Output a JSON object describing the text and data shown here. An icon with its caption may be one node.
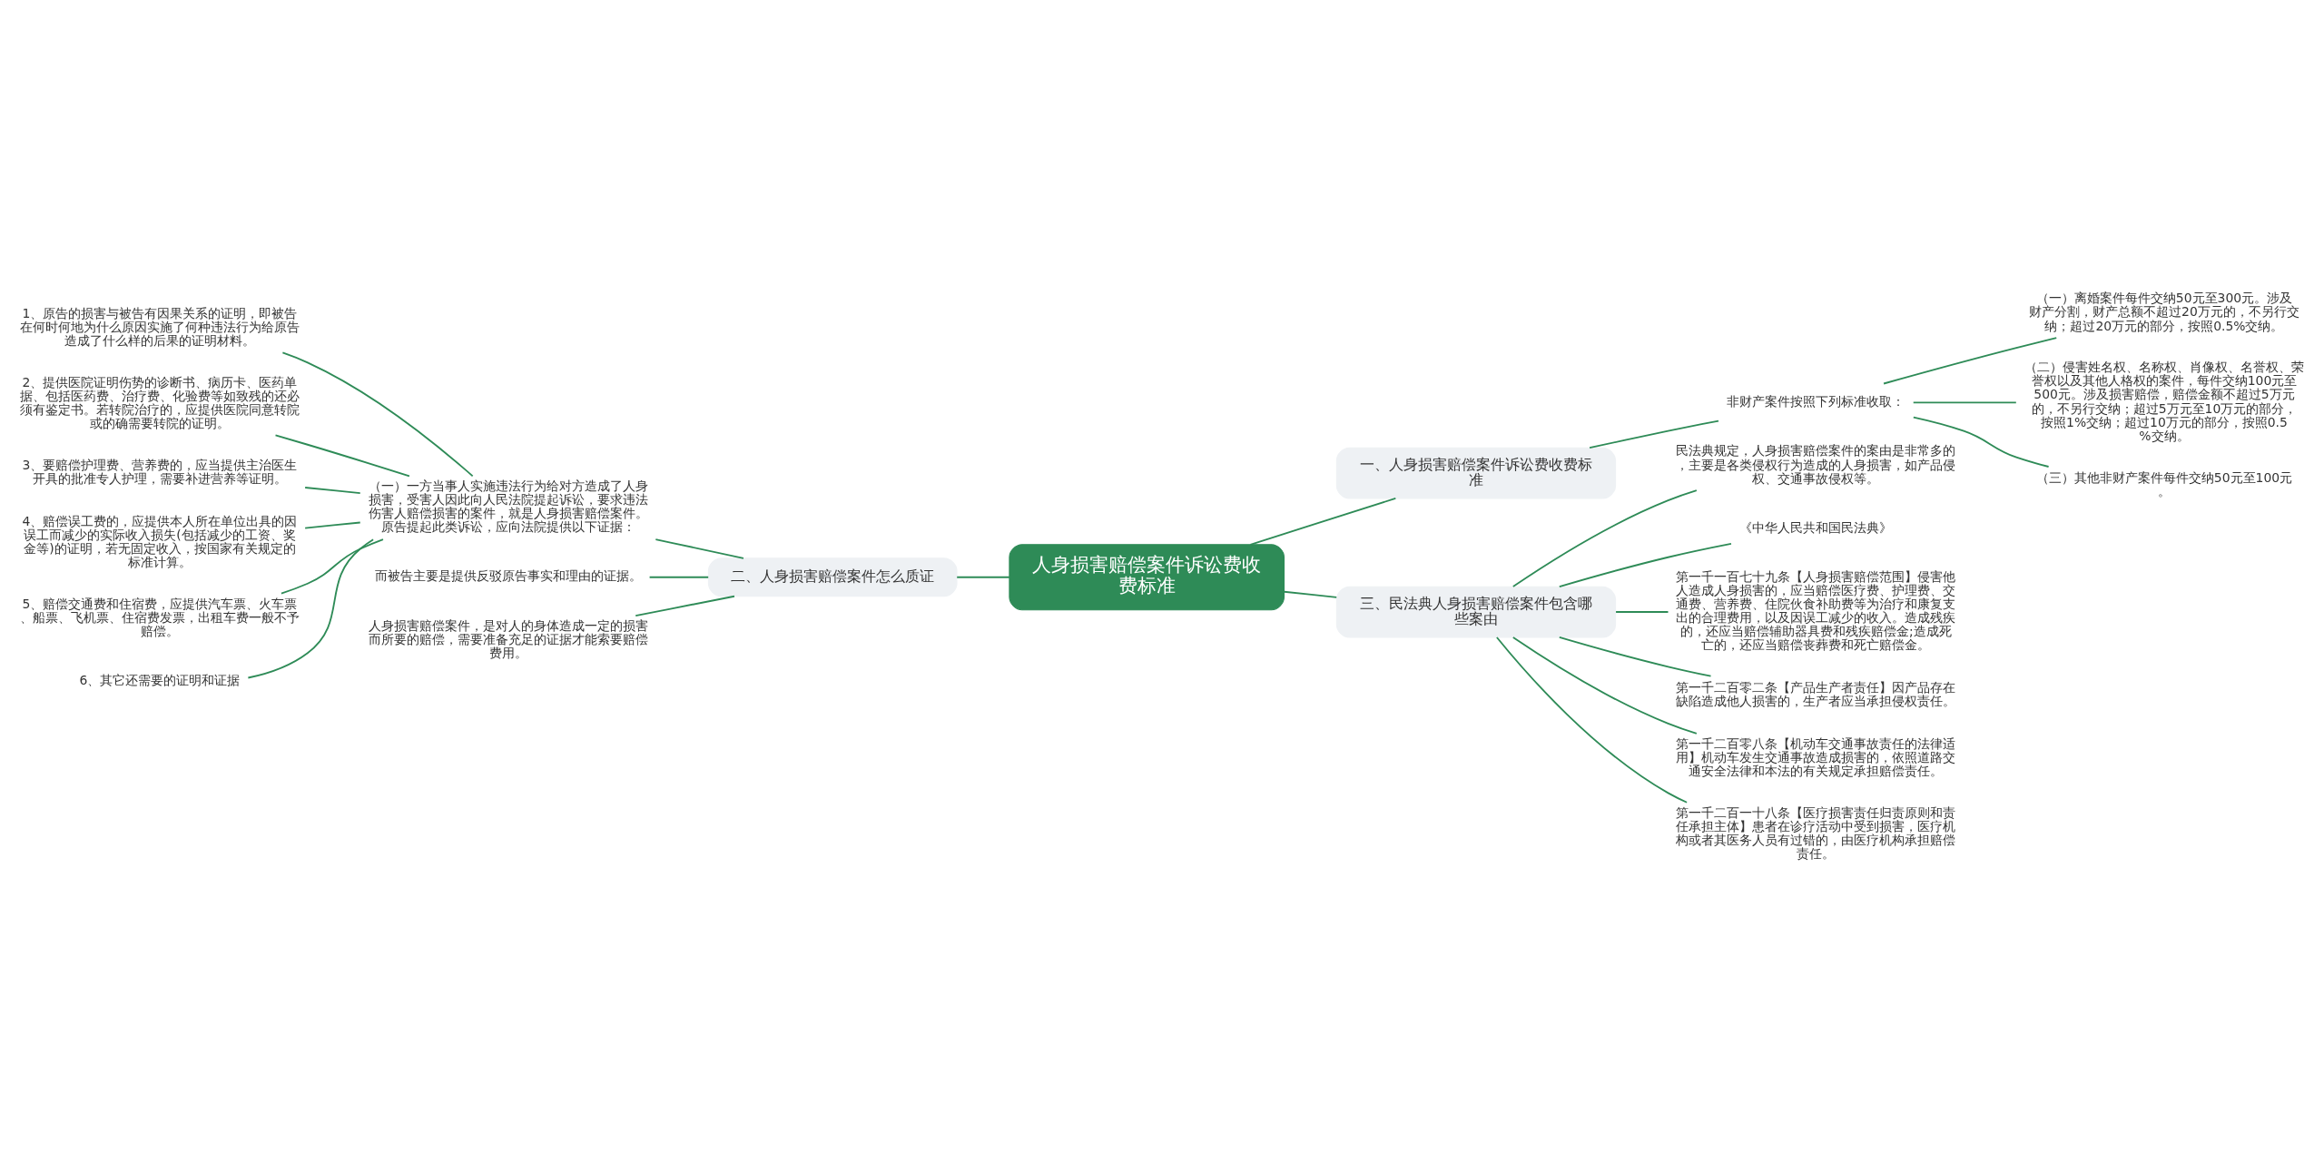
{
  "diagram": {
    "nodes": [
      {
        "text": [
          "人身损害赔偿案件诉讼费收费标准"
        ]
      },
      {
        "text": [
          "一、人身损害赔偿案件诉讼费收费标准"
        ]
      },
      {
        "text": [
          "非财产案件按照下列标准收取："
        ]
      },
      {
        "text": [
          "（一）离婚案件每件交纳50元至300元。涉及财产分割，财产总额不超过20万元的，不另行交纳；超过20万元的部分，按照0.5%交纳。"
        ]
      },
      {
        "text": [
          "（二）侵害姓名权、名称权、肖像权、名誉权、荣誉权以及其他人格权的案件，每件交纳100元至500元。涉及损害赔偿，赔偿金额不超过5万元的，不另行交纳；超过5万元至10万元的部分，按照1%交纳；超过10万元的部分，按照0.5%交纳。"
        ]
      },
      {
        "text": [
          "（三）其他非财产案件每件交纳50元至100元。"
        ]
      },
      {
        "text": [
          "二、人身损害赔偿案件怎么质证"
        ]
      },
      {
        "text": [
          "（一）一方当事人实施违法行为给对方造成了人身损害，受害人因此向人民法院提起诉讼，要求违法伤害人赔偿损害的案件，就是人身损害赔偿案件。原告提起此类诉讼，应向法院提供以下证据："
        ]
      },
      {
        "text": [
          "1、原告的损害与被告有因果关系的证明，即被告在何时何地为什么原因实施了何种违法行为给原告造成了什么样的后果的证明材料。"
        ]
      },
      {
        "text": [
          "2、提供医院证明伤势的诊断书、病历卡、医药单据、包括医药费、治疗费、化验费等如致残的还必须有鉴定书。若转院治疗的，应提供医院同意转院或的确需要转院的证明。"
        ]
      },
      {
        "text": [
          "3、要赔偿护理费、营养费的，应当提供主治医生开具的批准专人护理，需要补进营养等证明。"
        ]
      },
      {
        "text": [
          "4、赔偿误工费的，应提供本人所在单位出具的因误工而减少的实际收入损失(包括减少的工资、奖金等)的证明，若无固定收入，按国家有关规定的标准计算。"
        ]
      },
      {
        "text": [
          "5、赔偿交通费和住宿费，应提供汽车票、火车票、船票、飞机票、住宿费发票，出租车费一般不予赔偿。"
        ]
      },
      {
        "text": [
          "6、其它还需要的证明和证据"
        ]
      },
      {
        "text": [
          "而被告主要是提供反驳原告事实和理由的证据。"
        ]
      },
      {
        "text": [
          "人身损害赔偿案件，是对人的身体造成一定的损害而所要的赔偿，需要准备充足的证据才能索要赔偿费用。"
        ]
      },
      {
        "text": [
          "三、民法典人身损害赔偿案件包含哪些案由"
        ]
      },
      {
        "text": [
          "民法典规定，人身损害赔偿案件的案由是非常多的，主要是各类侵权行为造成的人身损害，如产品侵权、交通事故侵权等。"
        ]
      },
      {
        "text": [
          "《中华人民共和国民法典》"
        ]
      },
      {
        "text": [
          "第一千一百七十九条【人身损害赔偿范围】侵害他人造成人身损害的，应当赔偿医疗费、护理费、交通费、营养费、住院伙食补助费等为治疗和康复支出的合理费用，以及因误工减少的收入。造成残疾的，还应当赔偿辅助器具费和残疾赔偿金;造成死亡的，还应当赔偿丧葬费和死亡赔偿金。"
        ]
      },
      {
        "text": [
          "第一千二百零二条【产品生产者责任】因产品存在缺陷造成他人损害的，生产者应当承担侵权责任。"
        ]
      },
      {
        "text": [
          "第一千二百零八条【机动车交通事故责任的法律适用】机动车发生交通事故造成损害的，依照道路交通安全法律和本法的有关规定承担赔偿责任。"
        ]
      },
      {
        "text": [
          "第一千二百一十八条【医疗损害责任归责原则和责任承担主体】患者在诊疗活动中受到损害，医疗机构或者其医务人员有过错的，由医疗机构承担赔偿责任。"
        ]
      }
    ],
    "edges": [
      {
        "from": 0,
        "to": 1,
        "arrow": "none"
      },
      {
        "from": 1,
        "to": 2,
        "arrow": "none"
      },
      {
        "from": 2,
        "to": 3,
        "arrow": "none"
      },
      {
        "from": 2,
        "to": 4,
        "arrow": "none"
      },
      {
        "from": 2,
        "to": 5,
        "arrow": "none"
      },
      {
        "from": 0,
        "to": 6,
        "arrow": "none"
      },
      {
        "from": 6,
        "to": 7,
        "arrow": "none"
      },
      {
        "from": 7,
        "to": 8,
        "arrow": "none"
      },
      {
        "from": 7,
        "to": 9,
        "arrow": "none"
      },
      {
        "from": 7,
        "to": 10,
        "arrow": "none"
      },
      {
        "from": 7,
        "to": 11,
        "arrow": "none"
      },
      {
        "from": 7,
        "to": 12,
        "arrow": "none"
      },
      {
        "from": 7,
        "to": 13,
        "arrow": "none"
      },
      {
        "from": 6,
        "to": 14,
        "arrow": "none"
      },
      {
        "from": 6,
        "to": 15,
        "arrow": "none"
      },
      {
        "from": 0,
        "to": 16,
        "arrow": "none"
      },
      {
        "from": 16,
        "to": 17,
        "arrow": "none"
      },
      {
        "from": 16,
        "to": 18,
        "arrow": "none"
      },
      {
        "from": 16,
        "to": 19,
        "arrow": "none"
      },
      {
        "from": 16,
        "to": 20,
        "arrow": "none"
      },
      {
        "from": 16,
        "to": 21,
        "arrow": "none"
      },
      {
        "from": 16,
        "to": 22,
        "arrow": "none"
      }
    ]
  }
}
